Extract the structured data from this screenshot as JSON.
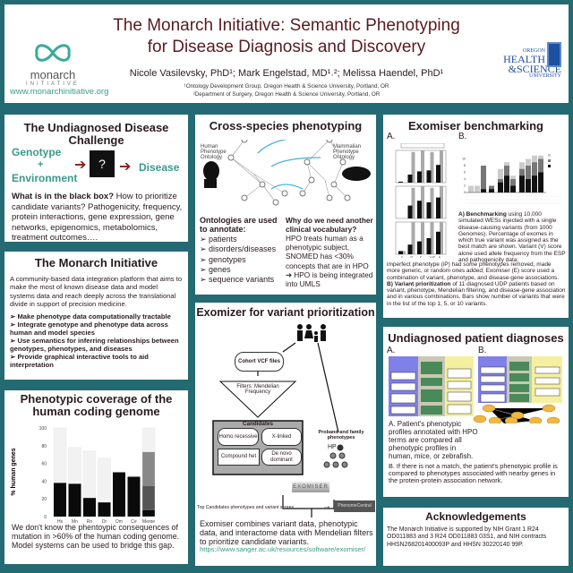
{
  "header": {
    "title": "The Monarch Initiative: Semantic Phenotyping for Disease Diagnosis and Discovery",
    "authors": "Nicole Vasilevsky, PhD¹; Mark Engelstad, MD¹˒²; Melissa Haendel, PhD¹",
    "affiliation1": "¹Ontology Development Group, Oregon Health & Science University, Portland, OR",
    "affiliation2": "²Department of Surgery, Oregon Health & Science University, Portland, OR",
    "logo_text": "monarch",
    "logo_sub": "INITIATIVE",
    "url": "www.monarchinitiative.org",
    "ohsu_logo": [
      "OREGON",
      "HEALTH",
      "&SCIENCE",
      "UNIVERSITY"
    ]
  },
  "challenge": {
    "heading": "The Undiagnosed Disease Challenge",
    "genotype": "Genotype",
    "plus": "+",
    "environment": "Environment",
    "box": "?",
    "disease": "Disease",
    "question": "What is in the black box?",
    "text": " How to prioritize candidate variants? Pathogenicity, frequency, protein interactions, gene expression, gene networks, epigenomics, metabolomics, treatment outcomes…."
  },
  "monarch": {
    "heading": "The Monarch Initiative",
    "intro": "A community-based data integration platform that aims to make the most of known disease data and model systems data and reach deeply across the translational divide in support of precision medicine.",
    "bullets": [
      "Make phenotype data computationally tractable",
      "Integrate genotype and phenotype data across human and model species",
      "Use semantics for inferring relationships between genotypes, phenotypes, and diseases",
      "Provide graphical interactive tools to aid interpretation"
    ]
  },
  "coverage": {
    "heading": "Phenotypic coverage of the human coding genome",
    "caption": "We don't know the phentoypic consequences of mutation in >60% of the human coding genome. Model systems can be used to bridge this gap."
  },
  "chart_data": [
    {
      "type": "bar",
      "ylabel": "% human genes",
      "ylim": [
        0,
        100
      ],
      "yticks": [
        0,
        20,
        40,
        60,
        80,
        100
      ],
      "categories": [
        "Hs",
        "Mn",
        "Rn",
        "Dr",
        "Dm",
        "Ce",
        "Merge"
      ],
      "series": [
        {
          "values": [
            38,
            37,
            21,
            16,
            50,
            45,
            null
          ]
        },
        {
          "values": [
            100,
            78,
            74,
            66,
            null,
            null,
            null
          ]
        }
      ],
      "merge_stack": [
        8,
        35,
        73,
        100
      ],
      "colors": [
        "#0a0a0a",
        "#f2f2f2",
        "#555555",
        "#888888"
      ]
    },
    {
      "type": "bar",
      "panel": "A",
      "groups": 3,
      "categories": [
        "V",
        "IP",
        "P",
        "V+IP",
        "E"
      ],
      "series": [
        {
          "values": [
            [
              3,
              25,
              35,
              38,
              55
            ],
            [
              0,
              40,
              55,
              50,
              65
            ],
            [
              10,
              30,
              40,
              50,
              70
            ]
          ]
        },
        {
          "values": [
            [
              0,
              95,
              100,
              95,
              100
            ],
            [
              0,
              95,
              100,
              95,
              100
            ],
            [
              10,
              100,
              100,
              100,
              100
            ]
          ]
        }
      ],
      "ylim": [
        0,
        100
      ]
    },
    {
      "type": "bar",
      "panel": "B",
      "stacked": true,
      "series": [
        {
          "values": [
            0,
            0,
            1,
            1,
            3,
            5,
            2,
            5,
            4,
            5,
            6
          ]
        },
        {
          "values": [
            0,
            0,
            8,
            2,
            4,
            8,
            4,
            7,
            8,
            9,
            10
          ]
        },
        {
          "values": [
            2,
            2,
            8,
            2,
            7,
            9,
            5,
            9,
            10,
            11,
            11
          ]
        }
      ],
      "ylim": [
        0,
        12
      ],
      "yticks": [
        0,
        2,
        4,
        6,
        8,
        10
      ]
    }
  ],
  "cross": {
    "heading": "Cross-species phenotyping",
    "human_label": "Human Phenotype Ontology",
    "mouse_label": "Mammalian Phenotype Ontology",
    "ont_heading": "Ontologies are used to annotate:",
    "ont_items": [
      "patients",
      "disorders/diseases",
      "genotypes",
      "genes",
      "sequence variants"
    ],
    "why_heading": "Why do we need another clinical vocabulary?",
    "why_text": "HPO treats human as a phenotypic subject, SNOMED has <30% concepts that are in HPO",
    "why_arrow": "➔ HPO is being integrated into UMLS"
  },
  "exomizer": {
    "heading": "Exomizer for variant prioritization",
    "vcf": "Cohort VCF files",
    "filters": "Filters: Mendelian Frequency",
    "candidates": "Candidates",
    "homo": "Homo recessive",
    "xlinked": "X-linked",
    "compound": "Compound het",
    "denovo": "De novo dominant",
    "proband": "Proband and family phenotypes",
    "hp": "HP",
    "exomiser": "EXOMISER",
    "top": "Top Candidates phenotypes and variant scores",
    "phenome": "PhenomeCentral",
    "caption": "Exomiser combines variant data, phenotypic data, and interactome data with Mendelian filters to prioritize candidate variants.",
    "link": "https://www.sanger.ac.uk/resources/software/exomiser/"
  },
  "bench": {
    "heading": "Exomiser benchmarking",
    "a": "A.",
    "b": "B.",
    "caption_a_bold": "A) Benchmarking",
    "caption_a": " using 10,000 simulated WESs injected with a single disease-causing variants (from 1000 Genomes). Percentage of exomes in which true variant was assigned as the best match are shown. Variant (V) score alone used allele frequency from the ESP and pathogenicity data;",
    "caption_b": "imperfect phenotype (iP) had some phenotypes removed, made more generic, or random ones added; Exomiser (E) score used a combination of variant, phenotype, and disease-gene associations. ",
    "caption_b_bold": "B) Variant prioritization",
    "caption_b2": " of 11 diagnosed UDP patients based on variant, phenotype, Mendelian filtering, and disease-gene association and in various combinations. Bars show number of variants that were in the list of the top 1, 5, or 10 variants."
  },
  "udx": {
    "heading": "Undiagnosed patient diagnoses",
    "a": "A.",
    "b": "B.",
    "caption_a": "A. Patient's phenotypic profiles annotated with HPO terms are compared all phenotypic profiles in human, mice, or zebrafish.",
    "caption_b": "B. If there is not a match, the patient's phenotypic profile is compared to phenotypes associated with nearby genes in the protein-protein association network."
  },
  "ack": {
    "heading": "Acknowledgements",
    "text": "The Monarch Initiative is supported by NIH Grant 1 R24 OD011883 and 3 R24 OD011883 03S1, and NIH contracts HHSN268201400093P and HHSN 30220140 99P."
  }
}
